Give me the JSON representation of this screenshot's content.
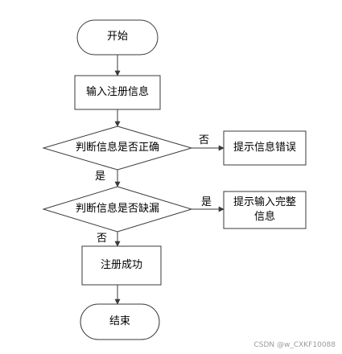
{
  "nodes": {
    "start": "开始",
    "input": "输入注册信息",
    "check_correct": "判断信息是否正确",
    "error": "提示信息错误",
    "check_missing": "判断信息是否缺漏",
    "complete_line1": "提示输入完整",
    "complete_line2": "信息",
    "success": "注册成功",
    "end": "结束"
  },
  "edges": {
    "correct_no": "否",
    "correct_yes": "是",
    "missing_yes": "是",
    "missing_no": "否"
  },
  "watermark": "CSDN @w_CXKF10088"
}
